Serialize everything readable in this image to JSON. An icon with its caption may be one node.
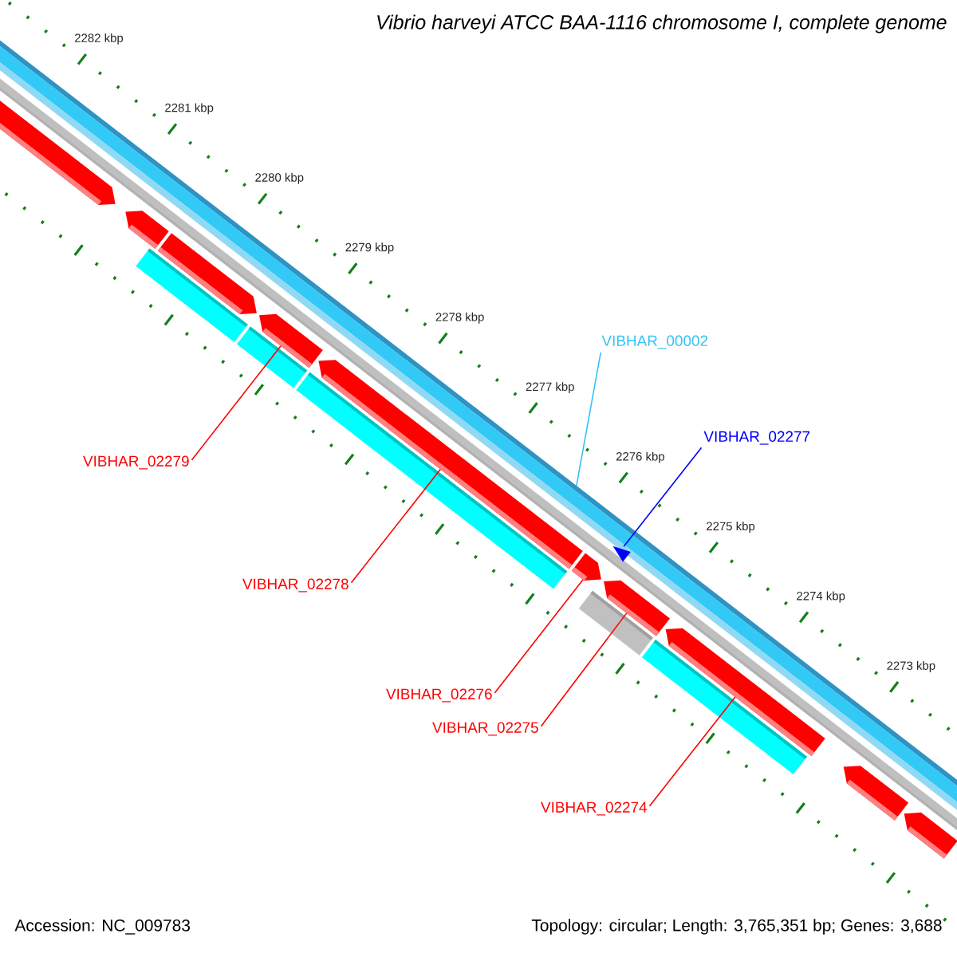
{
  "diagram": {
    "title": "Vibrio harveyi ATCC BAA-1116 chromosome I, complete genome",
    "nodes": [
      {
        "text": [],
        "shape": "bar"
      },
      {
        "text": [
          "VIBHAR_00002"
        ]
      },
      {
        "text": [
          "VIBHAR_02277"
        ]
      },
      {
        "text": [],
        "shape": "triangle"
      },
      {
        "text": [],
        "shape": "bar"
      },
      {
        "text": [],
        "shape": "bar"
      },
      {
        "text": [],
        "shape": "bar"
      },
      {
        "text": [],
        "shape": "bar"
      },
      {
        "text": [],
        "shape": "bar"
      },
      {
        "text": [
          "VIBHAR_02279"
        ]
      },
      {
        "text": [
          "VIBHAR_02278"
        ]
      },
      {
        "text": [
          "VIBHAR_02276"
        ]
      },
      {
        "text": [
          "VIBHAR_02275"
        ]
      },
      {
        "text": [
          "VIBHAR_02274"
        ]
      }
    ],
    "edges": [
      {
        "from": 1,
        "to": 0,
        "arrow": "none",
        "color": "#33c3f5"
      },
      {
        "from": 2,
        "to": 3,
        "arrow": "none",
        "color": "#0000ff"
      },
      {
        "from": 9,
        "to": 4,
        "arrow": "none"
      },
      {
        "from": 10,
        "to": 5,
        "arrow": "none"
      },
      {
        "from": 11,
        "to": 6,
        "arrow": "none"
      },
      {
        "from": 12,
        "to": 7,
        "arrow": "none"
      },
      {
        "from": 13,
        "to": 8,
        "arrow": "none"
      }
    ],
    "labels": [
      "2282 kbp",
      "2281 kbp",
      "2280 kbp",
      "2279 kbp",
      "2278 kbp",
      "2277 kbp",
      "2276 kbp",
      "2275 kbp",
      "2274 kbp",
      "2273 kbp",
      "Accession: NC_009783",
      "Topology: circular; Length: 3,765,351 bp; Genes: 3,688"
    ]
  }
}
